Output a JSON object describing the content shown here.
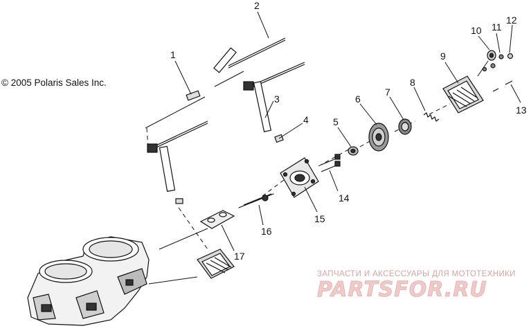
{
  "diagram": {
    "copyright": "© 2005 Polaris Sales Inc.",
    "callouts": [
      "1",
      "2",
      "3",
      "4",
      "5",
      "6",
      "7",
      "8",
      "9",
      "10",
      "11",
      "12",
      "13",
      "14",
      "15",
      "16",
      "17"
    ],
    "watermark": {
      "subtitle": "ЗАПЧАСТИ И АКСЕССУАРЫ ДЛЯ МОТОТЕХНИКИ",
      "brand": "PARTSFOR.RU"
    }
  }
}
